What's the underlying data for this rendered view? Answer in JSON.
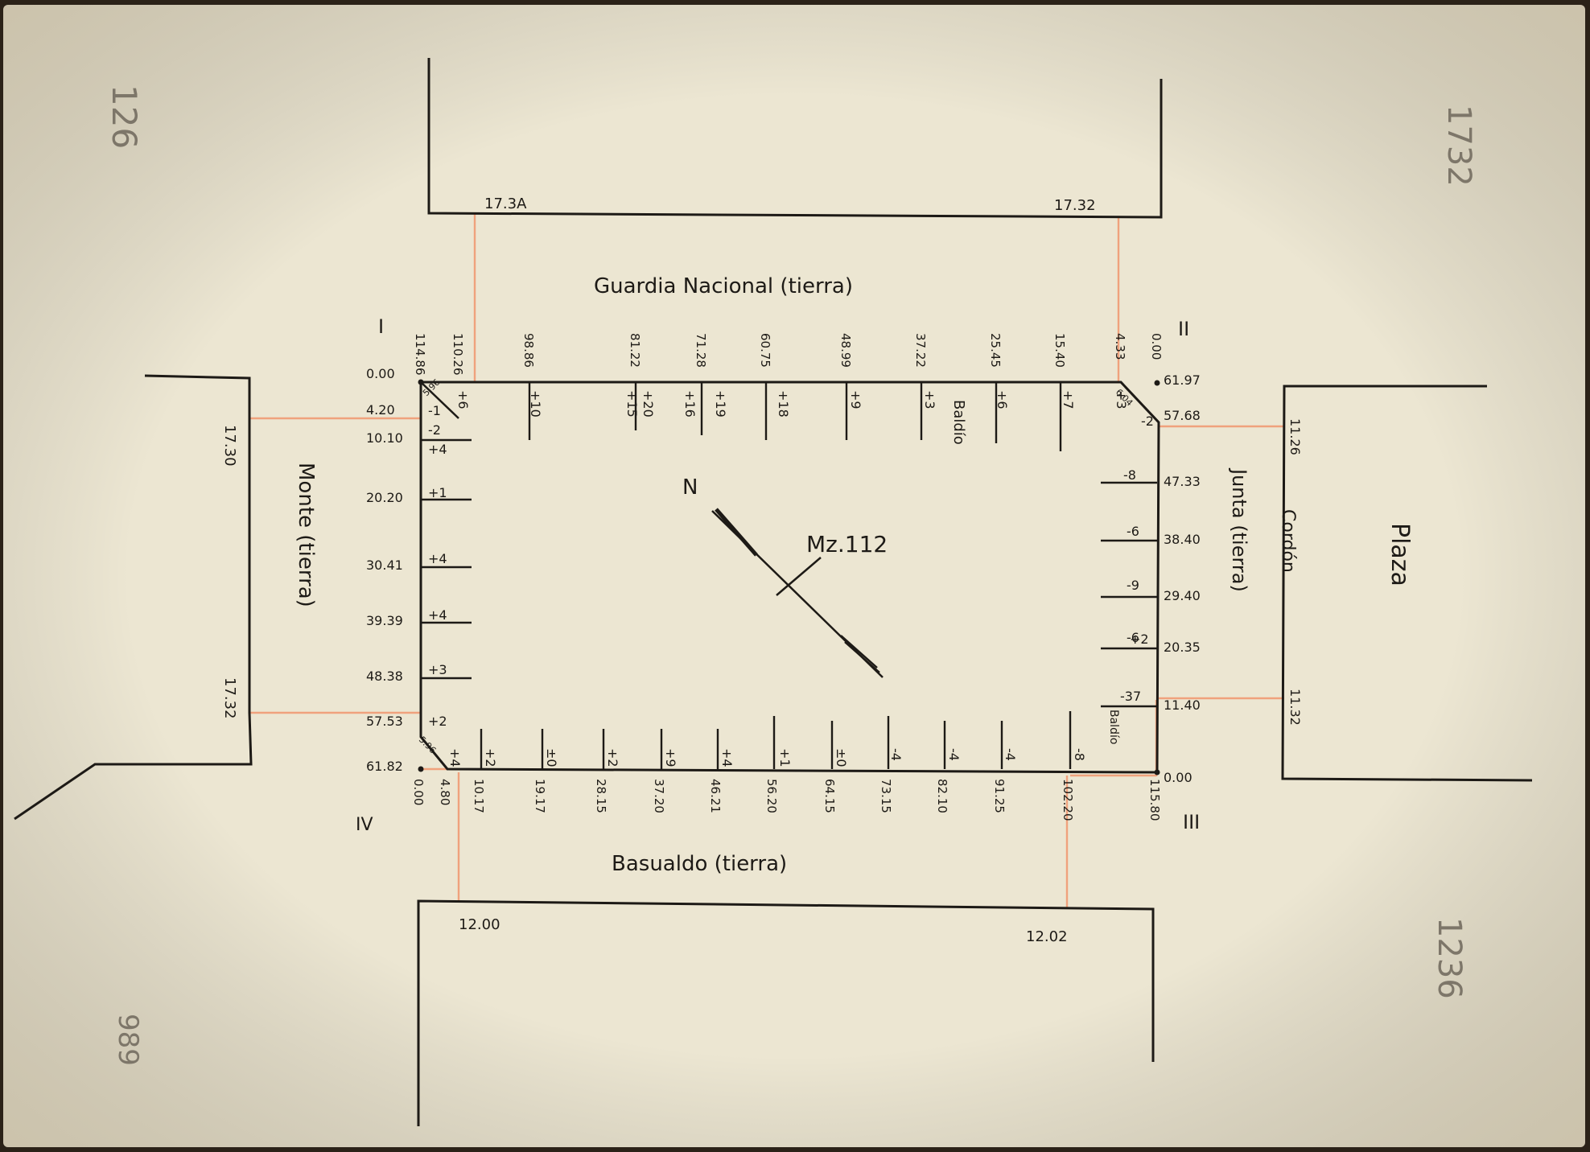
{
  "colors": {
    "paper": "#ece6d2",
    "ink": "#1d1a16",
    "orange": "#f0a27d",
    "pencil": "#7d7669"
  },
  "streets": {
    "north": "Guardia Nacional (tierra)",
    "south": "Basualdo (tierra)",
    "west": "Monte (tierra)",
    "east": "Junta (tierra)",
    "east_curb": "Cordón",
    "plaza": "Plaza"
  },
  "block": {
    "label": "Mz.112",
    "north_label": "N"
  },
  "corners": {
    "c1": "I",
    "c2": "II",
    "c3": "III",
    "c4": "IV"
  },
  "street_widths": {
    "north_left": "17.3A",
    "north_right": "17.32",
    "west_top": "17.30",
    "west_bottom": "17.32",
    "south_left": "12.00",
    "south_right": "12.02",
    "east_top": "11.26",
    "east_bottom": "11.32"
  },
  "north_side": {
    "distances": [
      "114.86",
      "110.26",
      "98.86",
      "81.22",
      "71.28",
      "60.75",
      "48.99",
      "37.22",
      "25.45",
      "15.40",
      "4.33",
      "0.00"
    ],
    "widths": [
      "+6",
      "+10",
      "+15",
      "+20",
      "+16",
      "+19",
      "+18",
      "+9",
      "+3",
      "+6",
      "+7",
      "+3"
    ],
    "baldio": "Baldío",
    "chamfer_left": "5.96",
    "chamfer_right": "6.04"
  },
  "west_side": {
    "distances": [
      "0.00",
      "4.20",
      "10.10",
      "20.20",
      "30.41",
      "39.39",
      "48.38",
      "57.53",
      "61.82"
    ],
    "widths": [
      "-1",
      "-2",
      "+4",
      "+1",
      "+4",
      "+4",
      "+3",
      "+2"
    ]
  },
  "south_side": {
    "distances": [
      "0.00",
      "4.80",
      "10.17",
      "19.17",
      "28.15",
      "37.20",
      "46.21",
      "56.20",
      "64.15",
      "73.15",
      "82.10",
      "91.25",
      "102.20",
      "115.80"
    ],
    "widths": [
      "+4",
      "+2",
      "±0",
      "+2",
      "+9",
      "+4",
      "+1",
      "±0",
      "-4",
      "-4",
      "-4",
      "-8"
    ],
    "chamfer": "5.96"
  },
  "east_side": {
    "distances": [
      "61.97",
      "57.68",
      "47.33",
      "38.40",
      "29.40",
      "20.35",
      "11.40",
      "0.00"
    ],
    "widths": [
      "-2",
      "-8",
      "-6",
      "-9",
      "-6",
      "+2",
      "-37"
    ],
    "baldio": "Baldío"
  },
  "margin_notes": {
    "top_left": "126",
    "top_right": "1732",
    "bottom_left": "989",
    "bottom_right": "1236"
  }
}
